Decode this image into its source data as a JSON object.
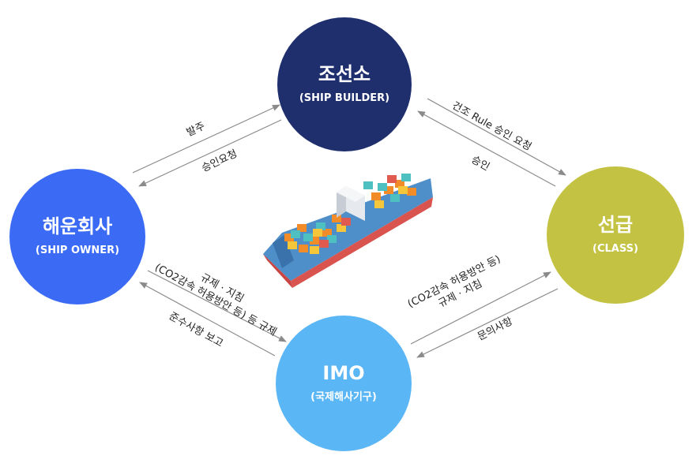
{
  "nodes": {
    "builder": {
      "title": "조선소",
      "subtitle": "(SHIP BUILDER)"
    },
    "owner": {
      "title": "해운회사",
      "subtitle": "(SHIP OWNER)"
    },
    "class": {
      "title": "선급",
      "subtitle": "(CLASS)"
    },
    "imo": {
      "title": "IMO",
      "subtitle": "(국제해사기구)"
    }
  },
  "labels": {
    "owner_to_builder": "발주",
    "builder_to_owner": "승인요청",
    "builder_to_class": "건조 Rule 승인 요청",
    "class_to_builder": "승인",
    "imo_to_owner_line1": "규제 · 지침",
    "imo_to_owner_line2": "(CO2감속 허용방안 등) 등 규제",
    "owner_to_imo": "준수사항 보고",
    "imo_to_class_line1": "(CO2감속 허용방안 등)",
    "imo_to_class_line2": "규제 · 지침",
    "class_to_imo": "문의사항"
  },
  "colors": {
    "builder": "#1f2f6e",
    "owner": "#3b6bf5",
    "class": "#c3c242",
    "imo": "#5ab6f5",
    "arrow": "#8a8a8a"
  },
  "illustration": {
    "icon": "container-ship-icon"
  }
}
